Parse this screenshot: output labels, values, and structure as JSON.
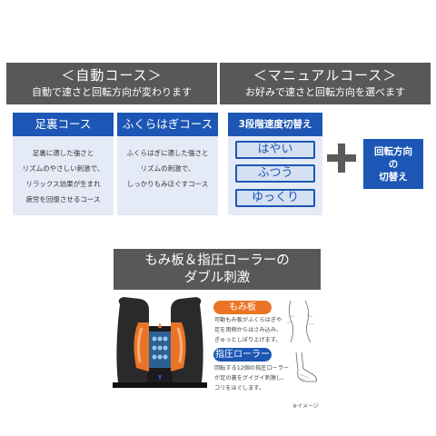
{
  "auto_course": {
    "title": "＜自動コース＞",
    "subtitle": "自動で速さと回転方向が変わります",
    "cards": [
      {
        "title": "足裏コース",
        "lines": [
          "足裏に適した強さと",
          "リズムのやさしい刺激で、",
          "リラックス効果が生まれ",
          "疲労を回復させるコース"
        ]
      },
      {
        "title": "ふくらはぎコース",
        "lines": [
          "ふくらはぎに適した強さと",
          "リズムの刺激で、",
          "しっかりもみほぐすコース"
        ]
      }
    ]
  },
  "manual_course": {
    "title": "＜マニュアルコース＞",
    "subtitle": "お好みで速さと回転方向を選べます",
    "speed_title": "3段階速度切替え",
    "speeds": [
      "はやい",
      "ふつう",
      "ゆっくり"
    ],
    "direction_lines": [
      "回転方向",
      "の",
      "切替え"
    ]
  },
  "feature": {
    "title_lines": [
      "もみ板＆指圧ローラーの",
      "ダブル刺激"
    ],
    "plate_label": "もみ板",
    "plate_lines": [
      "可動もみ板がふくらはぎや",
      "足を両側からはさみ込み、",
      "ぎゅっとしぼり上げます。"
    ],
    "roller_label": "指圧ローラー",
    "roller_lines": [
      "回転する12個の指圧ローラー",
      "が足の裏をグイグイ刺激し、",
      "コリをほぐします。"
    ],
    "note": "※イメージ"
  },
  "colors": {
    "accent_blue": "#1d56b4",
    "header_gray": "#585858",
    "accent_orange": "#ea7426",
    "card_bg": "#e4eaf6"
  },
  "icons": [
    "plus-icon",
    "massager-device-image",
    "calf-figure-icon",
    "foot-figure-icon"
  ]
}
